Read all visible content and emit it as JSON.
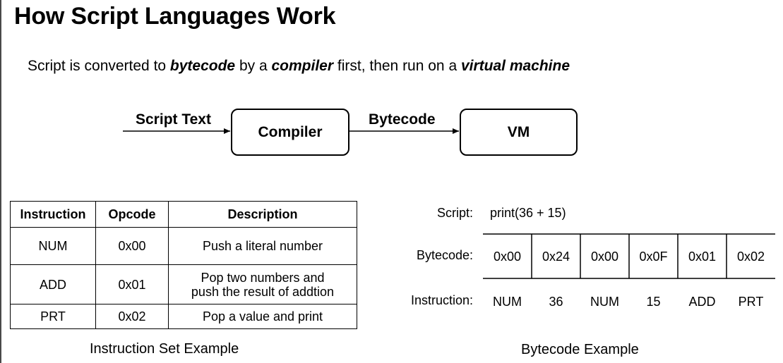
{
  "title": "How Script Languages Work",
  "subtitle": {
    "p1": "Script is converted to ",
    "b1": "bytecode",
    "p2": " by a ",
    "b2": "compiler",
    "p3": " first, then run on a ",
    "b3": "virtual machine"
  },
  "flow": {
    "input_label": "Script Text",
    "compiler": "Compiler",
    "middle_label": "Bytecode",
    "vm": "VM"
  },
  "instruction_table": {
    "headers": [
      "Instruction",
      "Opcode",
      "Description"
    ],
    "rows": [
      [
        "NUM",
        "0x00",
        "Push a literal number"
      ],
      [
        "ADD",
        "0x01",
        "Pop two numbers and push the result of addtion"
      ],
      [
        "PRT",
        "0x02",
        "Pop a value and print"
      ]
    ],
    "caption": "Instruction Set Example"
  },
  "bytecode_example": {
    "script_label": "Script:",
    "script_value": "print(36 + 15)",
    "bytecode_label": "Bytecode:",
    "bytecode": [
      "0x00",
      "0x24",
      "0x00",
      "0x0F",
      "0x01",
      "0x02"
    ],
    "instruction_label": "Instruction:",
    "instructions": [
      "NUM",
      "36",
      "NUM",
      "15",
      "ADD",
      "PRT"
    ],
    "caption": "Bytecode Example"
  }
}
